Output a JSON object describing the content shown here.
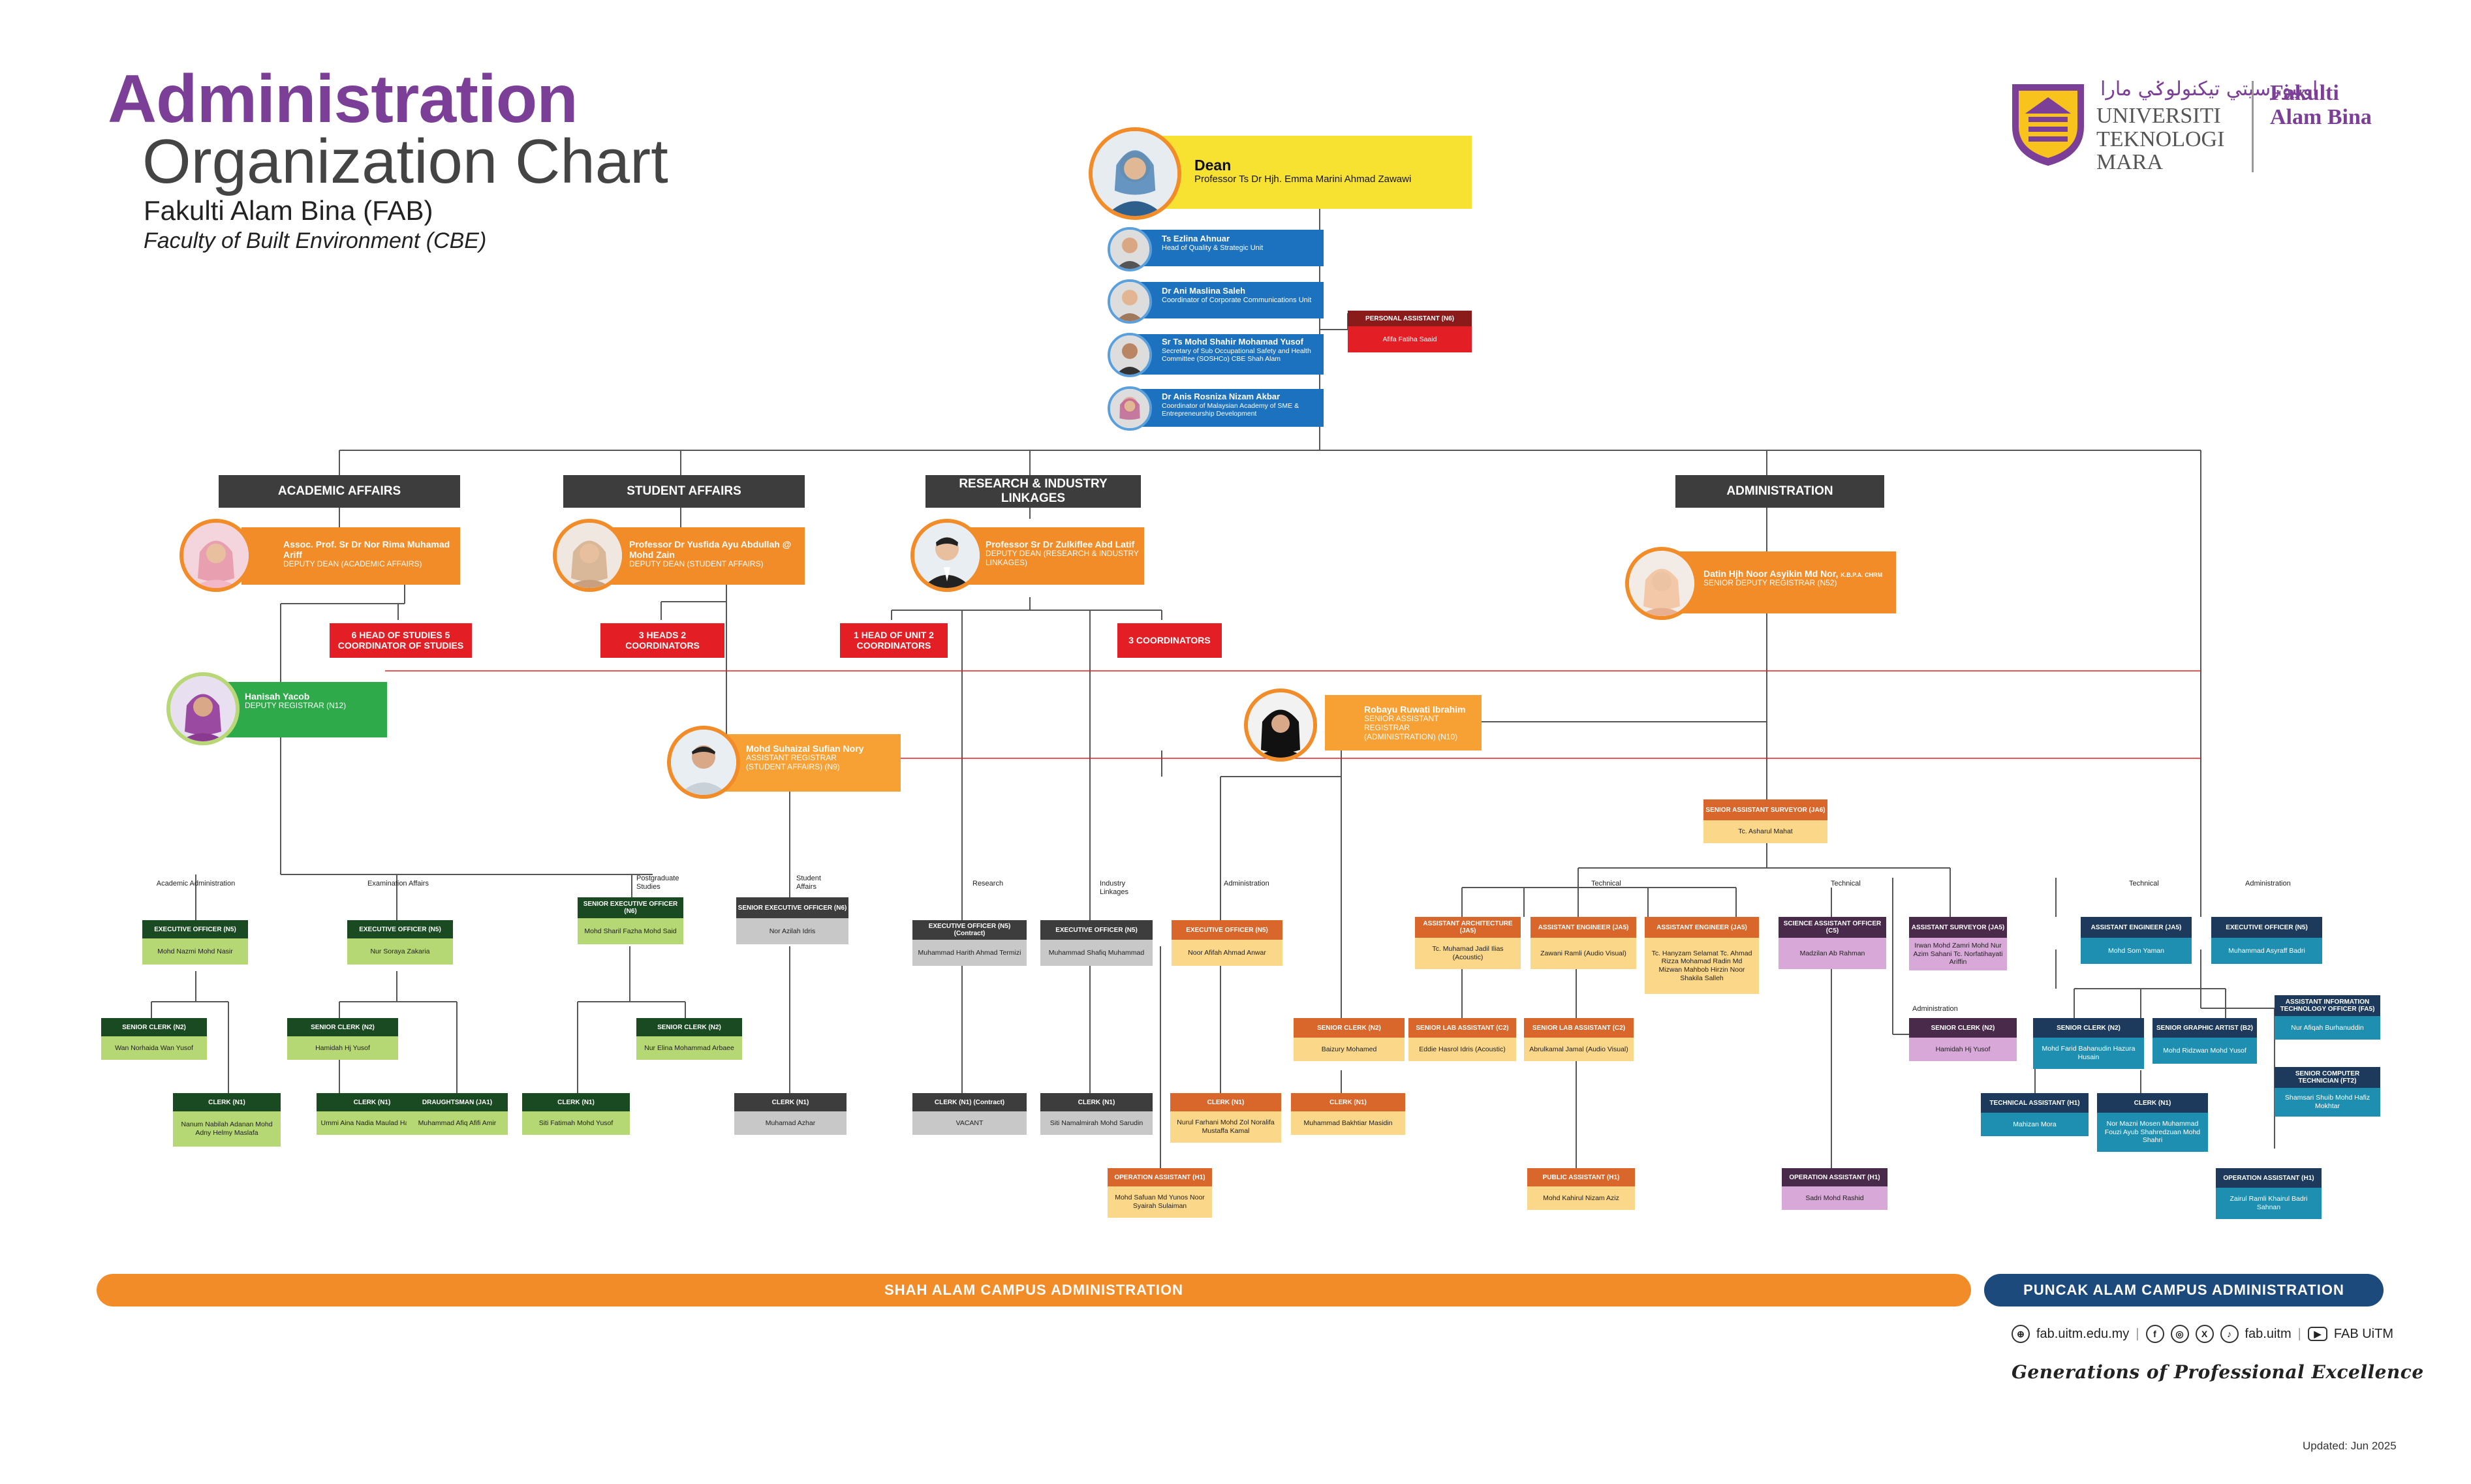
{
  "header": {
    "title_line1": "Administration",
    "title_line2": "Organization Chart",
    "faculty_malay": "Fakulti Alam Bina (FAB)",
    "faculty_english": "Faculty of Built Environment (CBE)"
  },
  "logo": {
    "arabic": "اونيۏرسيتي تيكنولوݢي مارا",
    "university": "UNIVERSITI TEKNOLOGI MARA",
    "faculty": "Fakulti Alam Bina"
  },
  "dean": {
    "title": "Dean",
    "name": "Professor Ts Dr Hjh. Emma Marini Ahmad Zawawi"
  },
  "dean_units": [
    {
      "name": "Ts Ezlina Ahnuar",
      "role": "Head of Quality & Strategic Unit"
    },
    {
      "name": "Dr Ani Maslina Saleh",
      "role": "Coordinator of Corporate Communications Unit"
    },
    {
      "name": "Sr Ts Mohd Shahir Mohamad Yusof",
      "role": "Secretary of Sub Occupational Safety and Health Committee (SOSHCo) CBE Shah Alam"
    },
    {
      "name": "Dr Anis Rosniza Nizam Akbar",
      "role": "Coordinator of Malaysian Academy of SME & Entrepreneurship Development"
    }
  ],
  "personal_assistant": {
    "title": "PERSONAL ASSISTANT (N6)",
    "name": "Afifa Fatiha Saaid"
  },
  "divisions": {
    "academic": "ACADEMIC AFFAIRS",
    "student": "STUDENT AFFAIRS",
    "research": "RESEARCH & INDUSTRY LINKAGES",
    "admin": "ADMINISTRATION"
  },
  "deputies": [
    {
      "name": "Assoc. Prof. Sr Dr Nor Rima Muhamad Ariff",
      "role": "DEPUTY DEAN (ACADEMIC AFFAIRS)"
    },
    {
      "name": "Professor Dr Yusfida Ayu Abdullah @ Mohd Zain",
      "role": "DEPUTY DEAN (STUDENT AFFAIRS)"
    },
    {
      "name": "Professor Sr Dr Zulkiflee Abd Latif",
      "role": "DEPUTY DEAN (RESEARCH & INDUSTRY LINKAGES)"
    },
    {
      "name": "Datin Hjh Noor Asyikin Md Nor,",
      "name_suffix": "K.B.P.A. CHRM",
      "role": "SENIOR DEPUTY REGISTRAR (N52)"
    }
  ],
  "counts": {
    "academic": "6 HEAD OF STUDIES 5 COORDINATOR OF STUDIES",
    "student": "3 HEADS 2 COORDINATORS",
    "research1": "1 HEAD OF UNIT 2 COORDINATORS",
    "research2": "3 COORDINATORS"
  },
  "registrars": [
    {
      "name": "Hanisah Yacob",
      "role": "DEPUTY REGISTRAR (N12)"
    },
    {
      "name": "Mohd Suhaizal Sufian Nory",
      "role": "ASSISTANT REGISTRAR (STUDENT AFFAIRS) (N9)"
    },
    {
      "name": "Robayu Ruwati Ibrahim",
      "role": "SENIOR ASSISTANT REGISTRAR (ADMINISTRATION) (N10)"
    }
  ],
  "surveyor": {
    "title": "SENIOR ASSISTANT SURVEYOR (JA6)",
    "name": "Tc. Asharul Mahat"
  },
  "section_labels": [
    "Academic Administration",
    "Examination Affairs",
    "Postgraduate Studies",
    "Student Affairs",
    "Research",
    "Industry Linkages",
    "Administration",
    "Technical",
    "Technical",
    "Technical",
    "Administration",
    "Administration"
  ],
  "staff": [
    {
      "title": "EXECUTIVE OFFICER (N5)",
      "name": "Mohd Nazmi Mohd Nasir"
    },
    {
      "title": "EXECUTIVE OFFICER (N5)",
      "name": "Nur Soraya Zakaria"
    },
    {
      "title": "SENIOR EXECUTIVE OFFICER (N6)",
      "name": "Mohd Sharil Fazha Mohd Said"
    },
    {
      "title": "SENIOR EXECUTIVE OFFICER (N6)",
      "name": "Nor Azilah Idris"
    },
    {
      "title": "EXECUTIVE OFFICER (N5) (Contract)",
      "name": "Muhammad Harith Ahmad Termizi"
    },
    {
      "title": "EXECUTIVE OFFICER (N5)",
      "name": "Muhammad Shafiq Muhammad"
    },
    {
      "title": "EXECUTIVE OFFICER (N5)",
      "name": "Noor Afifah Ahmad Anwar"
    },
    {
      "title": "SENIOR CLERK (N2)",
      "name": "Wan Norhaida Wan Yusof"
    },
    {
      "title": "SENIOR CLERK (N2)",
      "name": "Hamidah Hj Yusof"
    },
    {
      "title": "SENIOR CLERK (N2)",
      "name": "Nur Elina Mohammad Arbaee"
    },
    {
      "title": "CLERK (N1)",
      "name": "Nanum Nabilah Adanan Mohd Adny Helmy Maslafa"
    },
    {
      "title": "CLERK (N1)",
      "name": "Ummi Aina Nadia Maulad Hassan"
    },
    {
      "title": "DRAUGHTSMAN (JA1)",
      "name": "Muhammad Afiq Afifi Amir"
    },
    {
      "title": "CLERK (N1)",
      "name": "Siti Fatimah Mohd Yusof"
    },
    {
      "title": "CLERK (N1)",
      "name": "Muhamad Azhar"
    },
    {
      "title": "CLERK (N1) (Contract)",
      "name": "VACANT"
    },
    {
      "title": "CLERK (N1)",
      "name": "Siti Namalmirah Mohd Sarudin"
    },
    {
      "title": "SENIOR CLERK (N2)",
      "name": "Baizury Mohamed"
    },
    {
      "title": "CLERK (N1)",
      "name": "Nurul Farhani Mohd Zol Noralifa Mustaffa Kamal"
    },
    {
      "title": "CLERK (N1)",
      "name": "Muhammad Bakhtiar Masidin"
    },
    {
      "title": "OPERATION ASSISTANT (H1)",
      "name": "Mohd Safuan Md Yunos Noor Syairah Sulaiman"
    },
    {
      "title": "ASSISTANT ARCHITECTURE (JA5)",
      "name": "Tc. Muhamad Jadil Ilias (Acoustic)"
    },
    {
      "title": "ASSISTANT ENGINEER (JA5)",
      "name": "Zawani Ramli (Audio Visual)"
    },
    {
      "title": "ASSISTANT ENGINEER (JA5)",
      "name": "Tc. Hanyzam Selamat Tc. Ahmad Rizza Mohamad Radin Md Mizwan Mahbob Hirzin Noor Shakila Salleh"
    },
    {
      "title": "SENIOR LAB ASSISTANT (C2)",
      "name": "Eddie Hasrol Idris (Acoustic)"
    },
    {
      "title": "SENIOR LAB ASSISTANT (C2)",
      "name": "Abrulkamal Jamal (Audio Visual)"
    },
    {
      "title": "PUBLIC ASSISTANT (H1)",
      "name": "Mohd Kahirul Nizam Aziz"
    },
    {
      "title": "SCIENCE ASSISTANT OFFICER (C5)",
      "name": "Madzilan Ab Rahman"
    },
    {
      "title": "OPERATION ASSISTANT (H1)",
      "name": "Sadri Mohd Rashid"
    },
    {
      "title": "ASSISTANT SURVEYOR (JA5)",
      "name": "Irwan Mohd Zamri Mohd Nur Azim Sahani Tc. Norfatihayati Ariffin"
    },
    {
      "title": "SENIOR CLERK (N2)",
      "name": "Hamidah Hj Yusof"
    },
    {
      "title": "ASSISTANT ENGINEER (JA5)",
      "name": "Mohd Som Yaman"
    },
    {
      "title": "EXECUTIVE OFFICER (N5)",
      "name": "Muhammad Asyraff Badri"
    },
    {
      "title": "SENIOR CLERK (N2)",
      "name": "Mohd Farid Bahanudin Hazura Husain"
    },
    {
      "title": "SENIOR GRAPHIC ARTIST (B2)",
      "name": "Mohd Ridzwan Mohd Yusof"
    },
    {
      "title": "ASSISTANT INFORMATION TECHNOLOGY OFFICER (FA5)",
      "name": "Nur Afiqah Burhanuddin"
    },
    {
      "title": "SENIOR COMPUTER TECHNICIAN (FT2)",
      "name": "Shamsari Shuib Mohd Hafiz Mokhtar"
    },
    {
      "title": "TECHNICAL ASSISTANT (H1)",
      "name": "Mahizan Mora"
    },
    {
      "title": "CLERK (N1)",
      "name": "Nor Mazni Mosen Muhammad Fouzi Ayub Shahredzuan Mohd Shahri"
    },
    {
      "title": "OPERATION ASSISTANT (H1)",
      "name": "Zairul Ramli Khairul Badri Sahnan"
    }
  ],
  "campus": {
    "shah_alam": "SHAH ALAM CAMPUS ADMINISTRATION",
    "puncak_alam": "PUNCAK ALAM CAMPUS ADMINISTRATION"
  },
  "footer": {
    "website": "fab.uitm.edu.my",
    "social": "fab.uitm",
    "youtube": "FAB UiTM",
    "slogan": "Generations of Professional Excellence",
    "updated": "Updated: Jun 2025"
  },
  "colors": {
    "purple": "#7b3f98",
    "orange": "#f28c28",
    "yellow": "#f7e231",
    "blue": "#1d72c0",
    "red": "#e31e24",
    "green": "#2eaa4a",
    "dark": "#3d3d3d",
    "navy": "#1d4a7c"
  }
}
